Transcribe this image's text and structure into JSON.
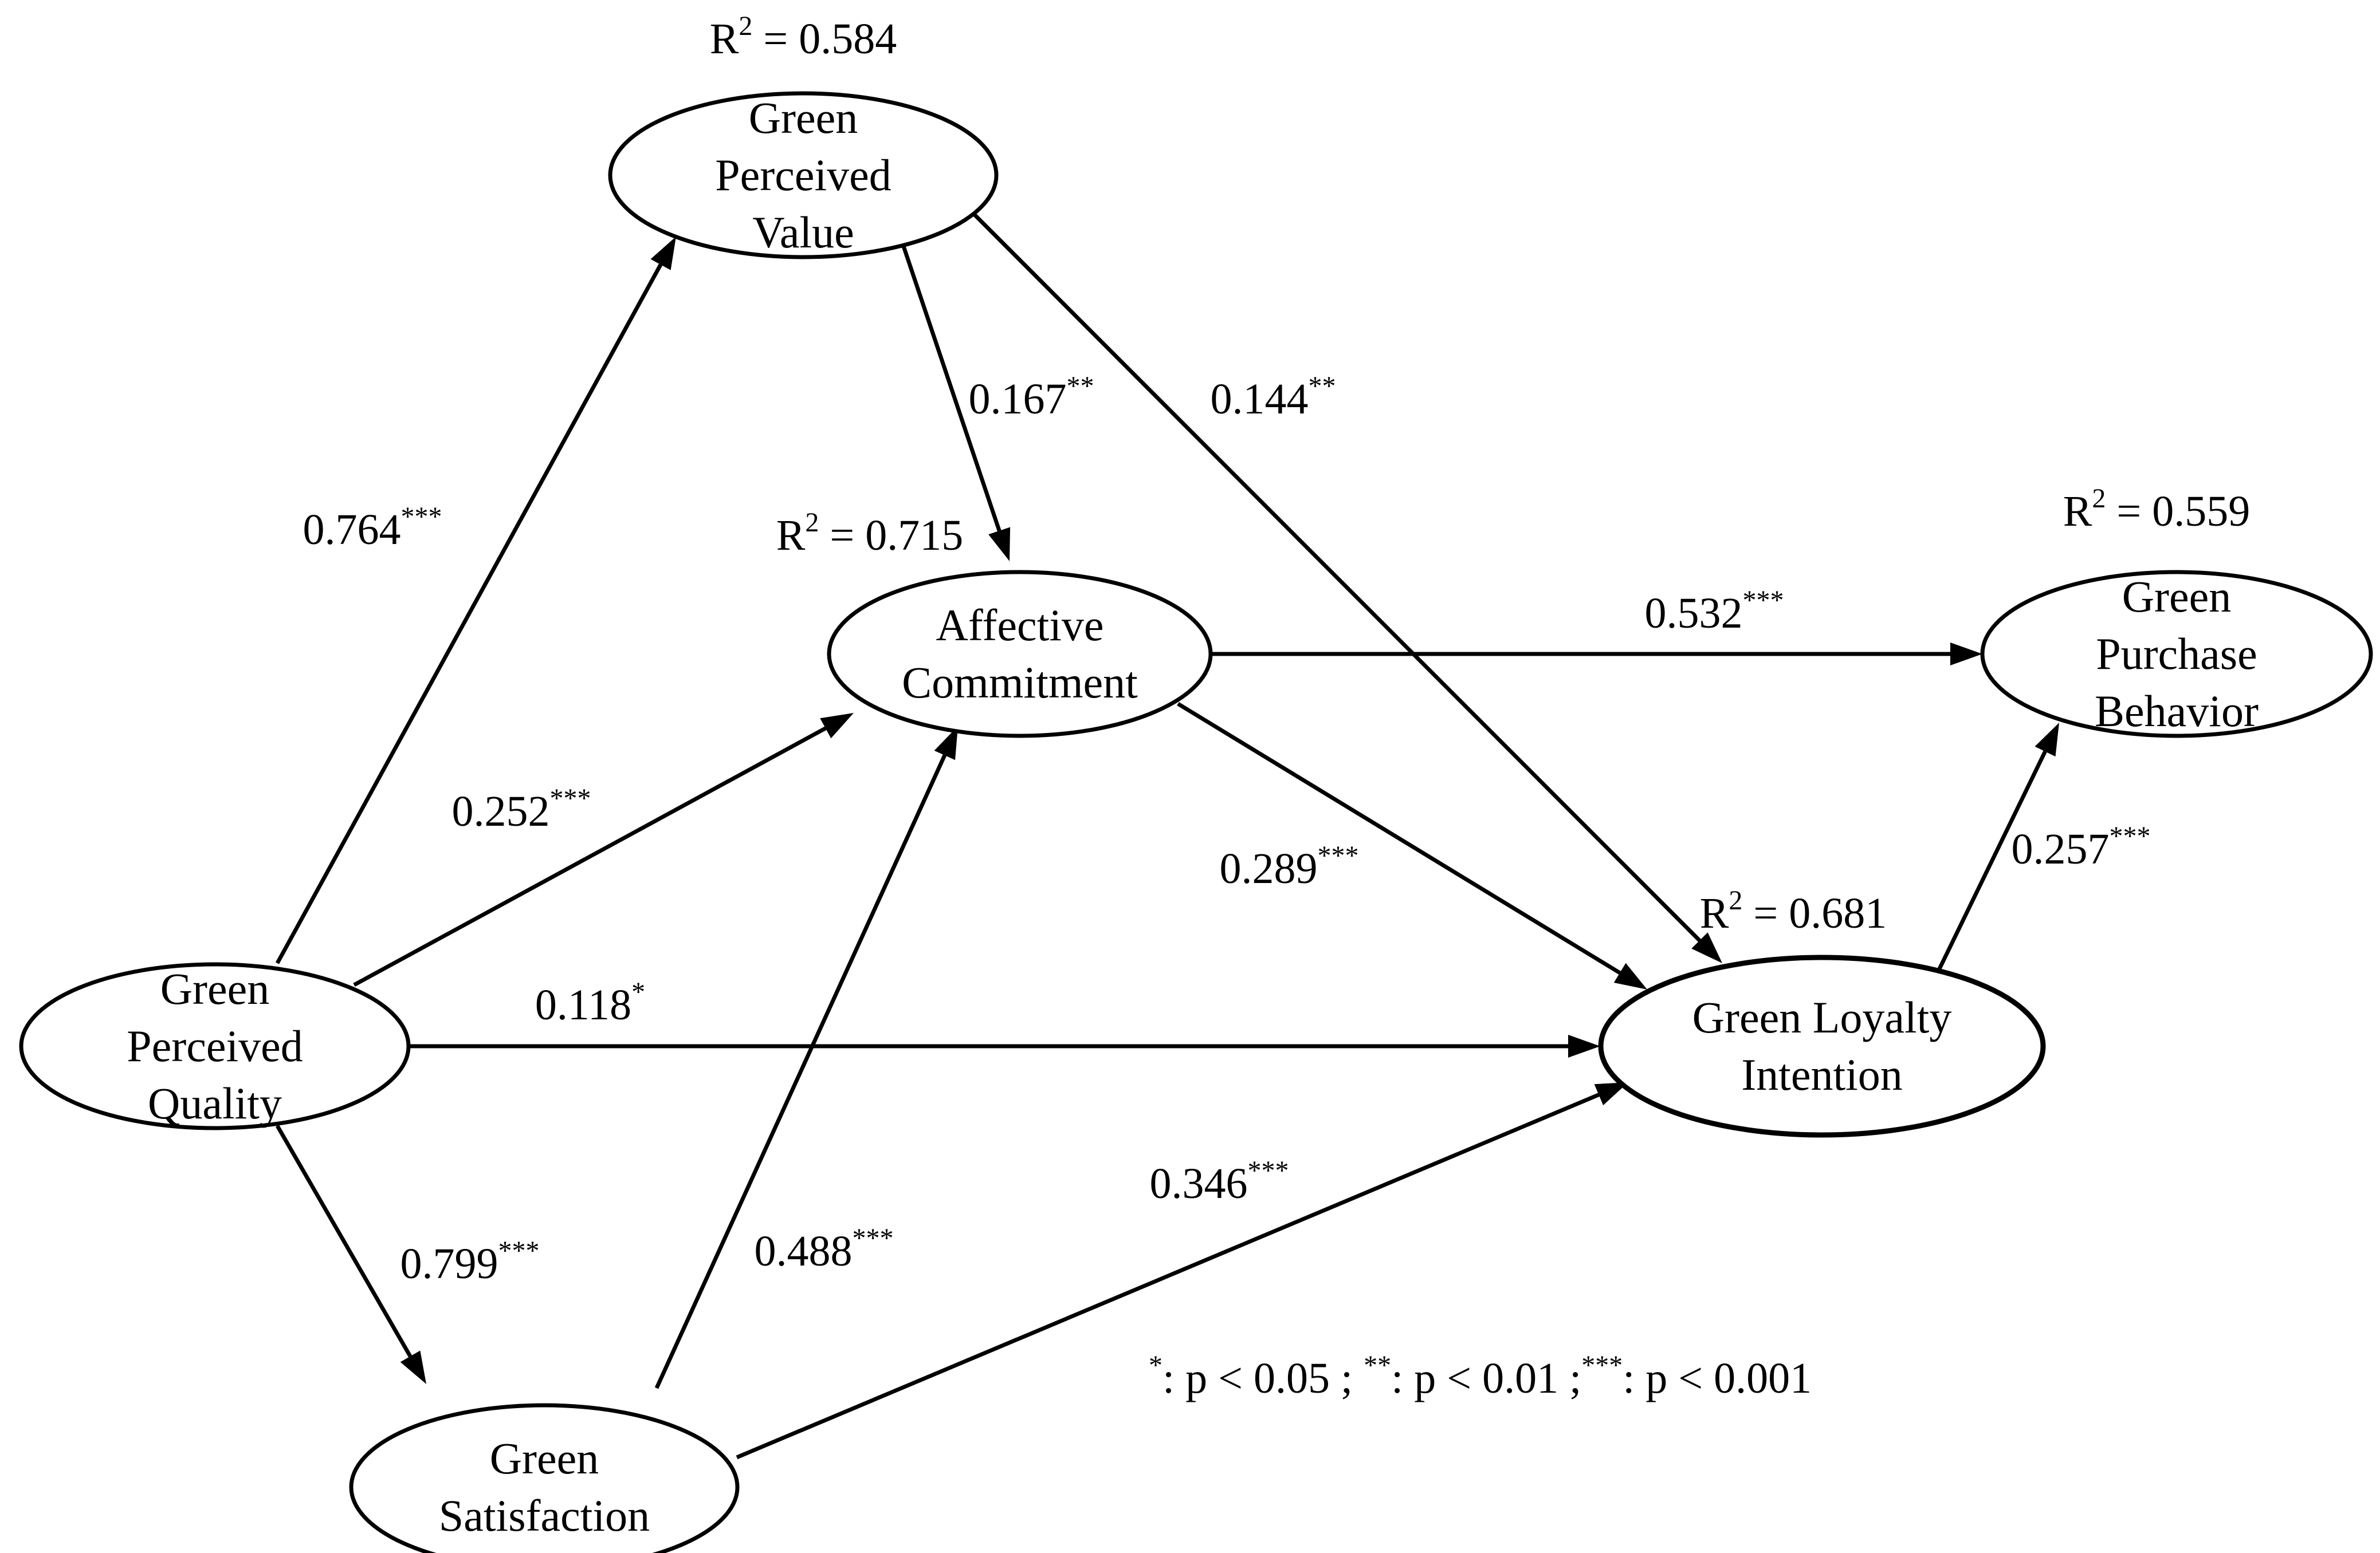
{
  "nodes": [
    {
      "id": "gpv",
      "lines": [
        "Green",
        "Perceived",
        "Value"
      ],
      "r2": "0.584"
    },
    {
      "id": "ac",
      "lines": [
        "Affective",
        "Commitment"
      ],
      "r2": "0.715"
    },
    {
      "id": "gpb",
      "lines": [
        "Green",
        "Purchase",
        "Behavior"
      ],
      "r2": "0.559"
    },
    {
      "id": "gli",
      "lines": [
        "Green Loyalty",
        "Intention"
      ],
      "r2": "0.681"
    },
    {
      "id": "gpq",
      "lines": [
        "Green",
        "Perceived",
        "Quality"
      ],
      "r2": ""
    },
    {
      "id": "gs",
      "lines": [
        "Green",
        "Satisfaction"
      ],
      "r2": ""
    }
  ],
  "r2_prefix": "R",
  "r2_exponent": "2",
  "r2_equals": " = ",
  "paths": [
    {
      "id": "gpq-gpv",
      "from": "gpq",
      "to": "gpv",
      "coef": "0.764",
      "sig": "***"
    },
    {
      "id": "gpv-ac",
      "from": "gpv",
      "to": "ac",
      "coef": "0.167",
      "sig": "**"
    },
    {
      "id": "gpv-gli",
      "from": "gpv",
      "to": "gli",
      "coef": "0.144",
      "sig": "**"
    },
    {
      "id": "gpq-ac",
      "from": "gpq",
      "to": "ac",
      "coef": "0.252",
      "sig": "***"
    },
    {
      "id": "ac-gpb",
      "from": "ac",
      "to": "gpb",
      "coef": "0.532",
      "sig": "***"
    },
    {
      "id": "ac-gli",
      "from": "ac",
      "to": "gli",
      "coef": "0.289",
      "sig": "***"
    },
    {
      "id": "gli-gpb",
      "from": "gli",
      "to": "gpb",
      "coef": "0.257",
      "sig": "***"
    },
    {
      "id": "gpq-gli",
      "from": "gpq",
      "to": "gli",
      "coef": "0.118",
      "sig": "*"
    },
    {
      "id": "gs-gli",
      "from": "gs",
      "to": "gli",
      "coef": "0.346",
      "sig": "***"
    },
    {
      "id": "gs-ac",
      "from": "gs",
      "to": "ac",
      "coef": "0.488",
      "sig": "***"
    },
    {
      "id": "gpq-gs",
      "from": "gpq",
      "to": "gs",
      "coef": "0.799",
      "sig": "***"
    }
  ],
  "legend": [
    {
      "sig": "*",
      "text": ": p < 0.05 ; "
    },
    {
      "sig": "**",
      "text": ": p < 0.01 ;"
    },
    {
      "sig": "***",
      "text": ": p < 0.001"
    }
  ]
}
